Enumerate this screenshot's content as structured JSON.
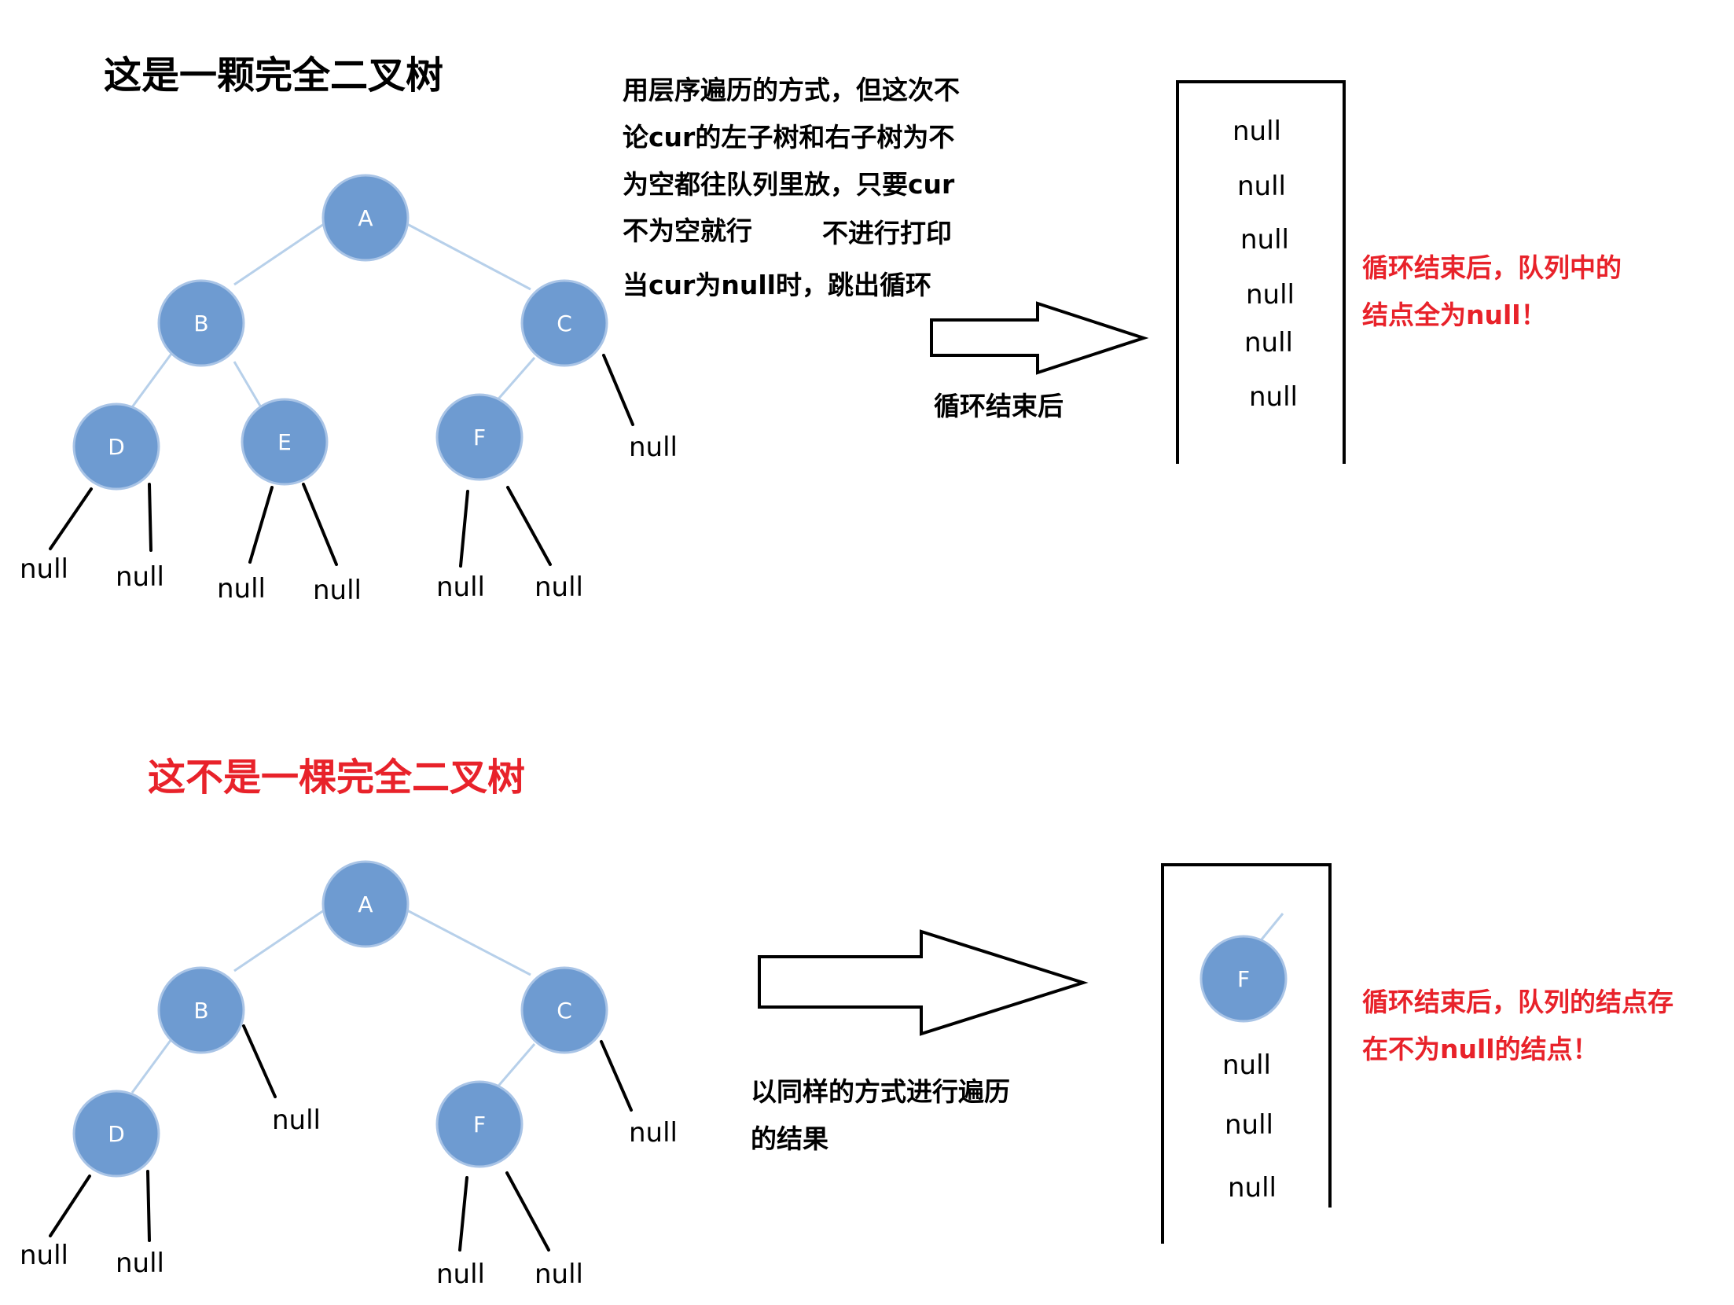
{
  "top": {
    "heading": "这是一颗完全二叉树",
    "note_lines": [
      "用层序遍历的方式，但这次不",
      "论cur的左子树和右子树为不",
      "为空都往队列里放，只要cur",
      "不为空就行",
      "不进行打印",
      "当cur为null时，跳出循环"
    ],
    "arrow_caption": "循环结束后",
    "queue_items": [
      "null",
      "null",
      "null",
      "null",
      "null",
      "null"
    ],
    "red_lines": [
      "循环结束后，队列中的",
      "结点全为null！"
    ]
  },
  "bottom": {
    "heading": "这不是一棵完全二叉树",
    "caption_lines": [
      "以同样的方式进行遍历",
      "的结果"
    ],
    "queue_node": "F",
    "queue_items": [
      "null",
      "null",
      "null"
    ],
    "red_lines": [
      "循环结束后，队列的结点存",
      "在不为null的结点！"
    ]
  },
  "node_labels": {
    "A": "A",
    "B": "B",
    "C": "C",
    "D": "D",
    "E": "E",
    "F": "F"
  },
  "null_label": "null",
  "colors": {
    "node": "#6e9bd1",
    "red": "#e8222a",
    "heading": "#000000"
  }
}
